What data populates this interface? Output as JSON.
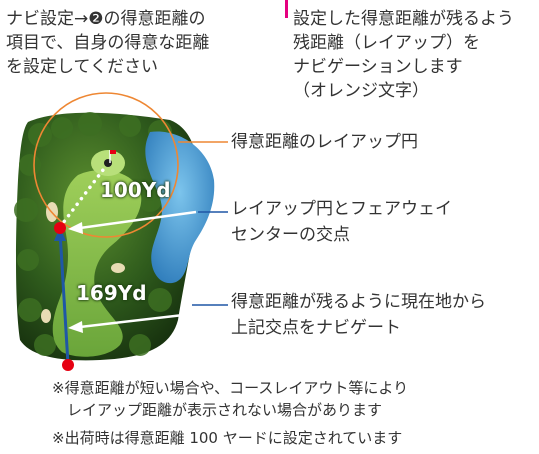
{
  "intro": "ナビ設定→❷の得意距離の\n項目で、自身の得意な距離\nを設定してください",
  "right_text": "設定した得意距離が残るよう\n残距離（レイアップ）を\nナビゲーションします\n（オレンジ文字）",
  "distances": {
    "layup": "100Yd",
    "total": "169Yd"
  },
  "labels": {
    "layup_circle": "得意距離のレイアップ円",
    "intersection": "レイアップ円とフェアウェイ\nセンターの交点",
    "navigate": "得意距離が残るように現在地から\n上記交点をナビゲート"
  },
  "notes": {
    "short_distance": "※得意距離が短い場合や、コースレイアウト等により\n　レイアップ距離が表示されない場合があります",
    "default_setting": "※出荷時は得意距離 100 ヤードに設定されています"
  },
  "colors": {
    "tick": "#e5007f",
    "circle": "#ee8733",
    "connector_blue": "#1f57a6",
    "marker_red": "#e60012",
    "fairway": "#7cb443",
    "tree": "#2e5a1c",
    "water": "#3b8fcf"
  }
}
